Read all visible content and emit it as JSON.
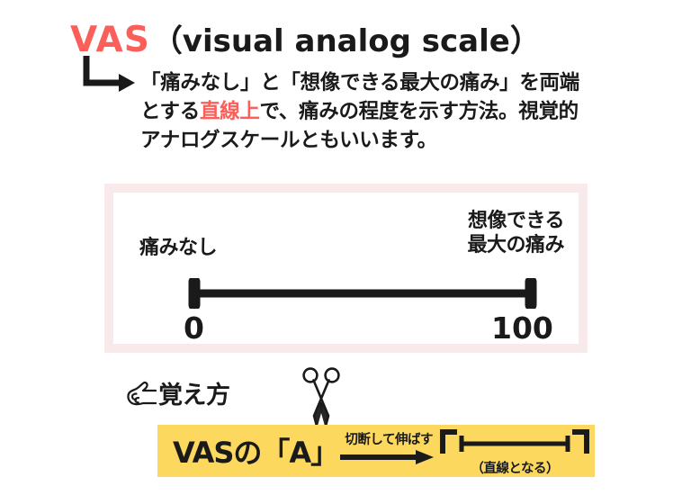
{
  "title": {
    "abbreviation": "VAS",
    "full_name": "（visual analog scale）"
  },
  "description": {
    "line1_part1": "「痛みなし」と「想像できる最大の痛み」を両端",
    "line2_part1": "とする",
    "line2_highlight": "直線上",
    "line2_part2": "で、痛みの程度を示す方法。視覚的",
    "line3": "アナログスケールともいいます。"
  },
  "scale": {
    "anchor_left_label": "痛みなし",
    "anchor_right_line1": "想像できる",
    "anchor_right_line2": "最大の痛み",
    "tick_min": "0",
    "tick_max": "100"
  },
  "mnemonic": {
    "heading": "覚え方",
    "source_text": "VASの「A」",
    "transform_caption": "切断して伸ばす",
    "result_caption": "（直線となる）",
    "result_open_bracket": "「",
    "result_close_bracket": "」"
  },
  "colors": {
    "accent_red": "#fa5f5a",
    "frame_pink": "#f8eaea",
    "highlight_yellow": "#fcd85f",
    "ink": "#1a1a1a"
  }
}
